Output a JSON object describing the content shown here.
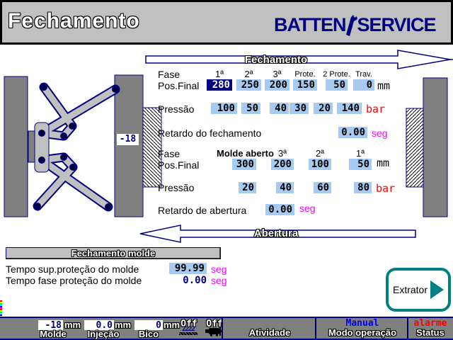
{
  "header": {
    "title": "Fechamento",
    "brand_left": "BATTEN",
    "brand_right": "SERVICE"
  },
  "closing": {
    "arrow_label": "Fechamento",
    "fase_label": "Fase",
    "pos_final_label": "Pos.Final",
    "pressure_label": "Pressão",
    "columns": [
      "1ª",
      "2ª",
      "3ª",
      "Prote.",
      "2 Prote.",
      "Trav."
    ],
    "positions": [
      "280",
      "250",
      "200",
      "150",
      "50",
      "0"
    ],
    "pressures": [
      "100",
      "50",
      "40",
      "30",
      "20",
      "140"
    ],
    "position_unit": "mm",
    "pressure_unit": "bar",
    "delay_label": "Retardo do fechamento",
    "delay_value": "0.00",
    "delay_unit": "seg",
    "active_field": "Pos.Final 1ª"
  },
  "opening": {
    "arrow_label": "Abertura",
    "fase_label": "Fase",
    "pos_final_label": "Pos.Final",
    "pressure_label": "Pressão",
    "columns": [
      "Molde aberto",
      "3ª",
      "2ª",
      "1ª"
    ],
    "positions": [
      "300",
      "200",
      "100",
      "50"
    ],
    "pressures": [
      "20",
      "40",
      "60",
      "80"
    ],
    "position_unit": "mm",
    "pressure_unit": "bar",
    "delay_label": "Retardo de abertura",
    "delay_value": "0.00",
    "delay_unit": "seg"
  },
  "machine": {
    "position_value": "-18"
  },
  "mold_section": {
    "title": "Fechamento molde",
    "rows": [
      {
        "label": "Tempo sup.proteção do molde",
        "value": "99.99",
        "unit": "seg"
      },
      {
        "label": "Tempo fase proteção do molde",
        "value": "0.00",
        "unit": "seg"
      }
    ]
  },
  "extractor": {
    "label": "Extrator"
  },
  "status_bar": {
    "molde": {
      "value": "-18",
      "unit": "mm",
      "label": "Molde"
    },
    "injecao": {
      "value": "0.0",
      "unit": "mm",
      "label": "Injeção"
    },
    "bico": {
      "value": "0",
      "unit": "mm",
      "label": "Bico"
    },
    "heater_state": "Off",
    "motor_state": "Off",
    "atividade_label": "Atividade",
    "modo": {
      "value": "Manual",
      "label": "Modo operação"
    },
    "status": {
      "value": "alarme",
      "label": "Status"
    }
  },
  "colors": {
    "accent_navy": "#000080",
    "field_blue": "#A6CAF0",
    "unit_bar_red": "#FF0000",
    "unit_seg_magenta": "#FF00FF",
    "teal": "#008080",
    "header_silver": "#C0C0C0",
    "platen_gray": "#808080",
    "manual_blue": "#0000FF",
    "alarm_red": "#FF0000"
  }
}
